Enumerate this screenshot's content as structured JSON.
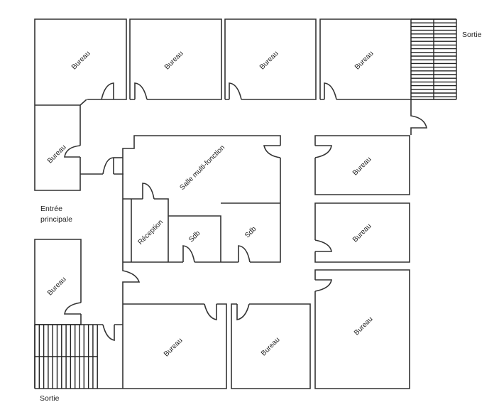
{
  "plan": {
    "line_color": "#333333",
    "rooms": {
      "top_1": "Bureau",
      "top_2": "Bureau",
      "top_3": "Bureau",
      "top_4": "Bureau",
      "left_upper": "Bureau",
      "left_lower": "Bureau",
      "right_1": "Bureau",
      "right_2": "Bureau",
      "right_3": "Bureau",
      "bottom_1": "Bureau",
      "bottom_2": "Bureau",
      "multipurpose": "Salle multi-fonction",
      "reception": "Réception",
      "bathroom_1": "Sdb",
      "bathroom_2": "Sdb"
    },
    "entrance_line1": "Entrée",
    "entrance_line2": "principale",
    "exit_top": "Sortie",
    "exit_bottom": "Sortie"
  }
}
